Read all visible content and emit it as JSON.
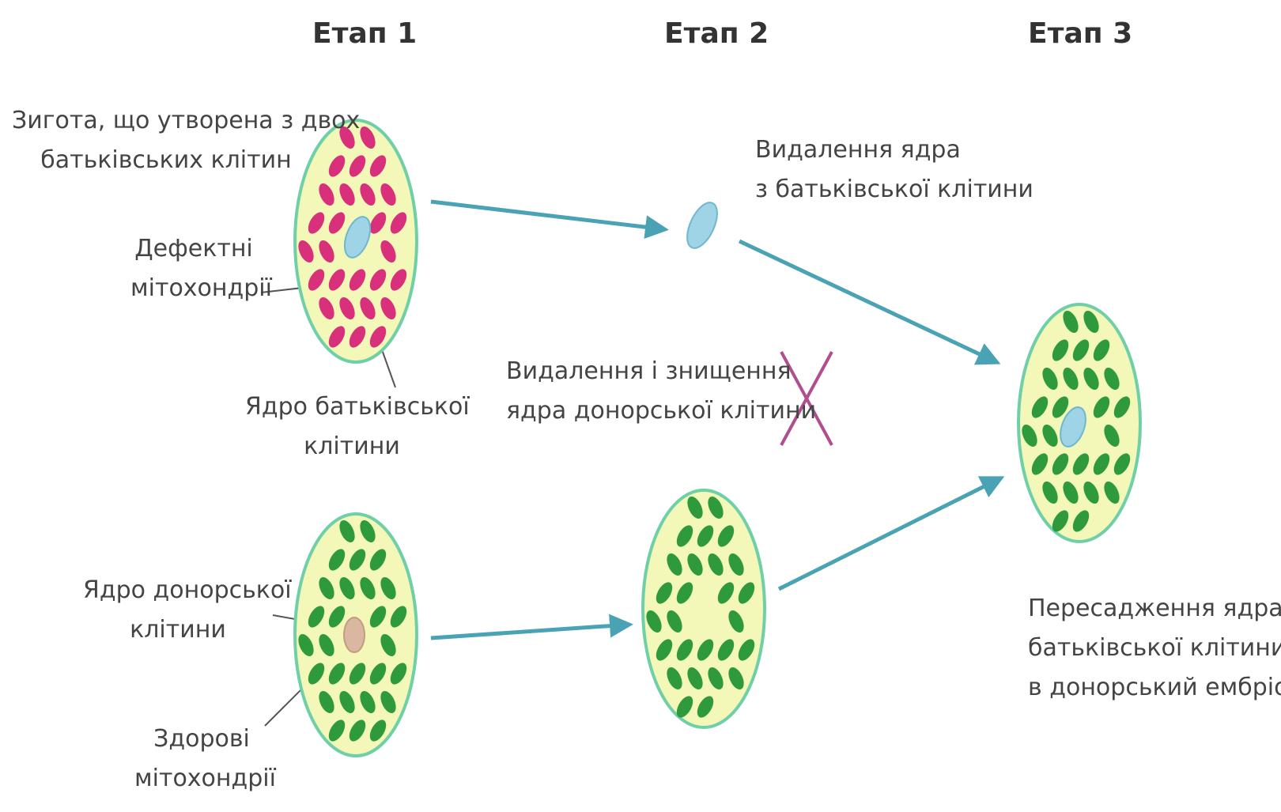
{
  "stages": [
    "Етап 1",
    "Етап 2",
    "Етап 3"
  ],
  "labels": {
    "zygote": [
      "Зигота, що утворена з двох",
      "батьківських клітин"
    ],
    "defective_mito": [
      "Дефектні",
      "мітохондрії"
    ],
    "parent_nucleus": [
      "Ядро батьківської",
      "клітини"
    ],
    "donor_nucleus": [
      "Ядро донорської",
      "клітини"
    ],
    "healthy_mito": [
      "Здорові",
      "мітохондрії"
    ],
    "remove_parent_nucleus": [
      "Видалення ядра",
      "з батьківської клітини"
    ],
    "remove_donor_nucleus": [
      "Видалення і знищення",
      "ядра донорської клітини"
    ],
    "transplant": [
      "Пересадження ядра",
      "батьківської клітини",
      "в донорський ембріон"
    ]
  },
  "colors": {
    "cell_fill": "#f3f7b8",
    "cell_border": "#6fd0a8",
    "defective_mito": "#d8307a",
    "healthy_mito": "#2f9a3c",
    "arrow": "#4aa3b5",
    "nucleus": "#9fd3e6",
    "donor_nucleus": "#d9b7a0",
    "cross": "#b04e90"
  }
}
